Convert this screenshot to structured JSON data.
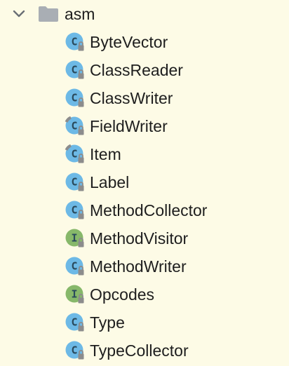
{
  "tree": {
    "folder": {
      "label": "asm",
      "expanded": true,
      "icon": "folder-icon",
      "toggle_icon": "chevron-down-icon"
    },
    "colors": {
      "background": "#fdfbe6",
      "class_icon": "#6db9e6",
      "interface_icon": "#87b86a",
      "lock_badge": "#8c8c8c",
      "folder": "#a9aeb4",
      "text": "#1e1e1e"
    },
    "items": [
      {
        "label": "ByteVector",
        "kind": "class",
        "icon": "class-icon",
        "badge": "lock",
        "letter": "C"
      },
      {
        "label": "ClassReader",
        "kind": "class",
        "icon": "class-icon",
        "badge": "lock",
        "letter": "C"
      },
      {
        "label": "ClassWriter",
        "kind": "class",
        "icon": "class-icon",
        "badge": "lock",
        "letter": "C"
      },
      {
        "label": "FieldWriter",
        "kind": "class",
        "icon": "class-icon",
        "badge": "lock",
        "letter": "C",
        "modifier": "abstract-or-package-private"
      },
      {
        "label": "Item",
        "kind": "class",
        "icon": "class-icon",
        "badge": "lock",
        "letter": "C",
        "modifier": "abstract-or-package-private"
      },
      {
        "label": "Label",
        "kind": "class",
        "icon": "class-icon",
        "badge": "lock",
        "letter": "C"
      },
      {
        "label": "MethodCollector",
        "kind": "class",
        "icon": "class-icon",
        "badge": "lock",
        "letter": "C"
      },
      {
        "label": "MethodVisitor",
        "kind": "interface",
        "icon": "interface-icon",
        "badge": "lock",
        "letter": "I"
      },
      {
        "label": "MethodWriter",
        "kind": "class",
        "icon": "class-icon",
        "badge": "lock",
        "letter": "C"
      },
      {
        "label": "Opcodes",
        "kind": "interface",
        "icon": "interface-icon",
        "badge": "lock",
        "letter": "I"
      },
      {
        "label": "Type",
        "kind": "class",
        "icon": "class-icon",
        "badge": "lock",
        "letter": "C"
      },
      {
        "label": "TypeCollector",
        "kind": "class",
        "icon": "class-icon",
        "badge": "lock",
        "letter": "C"
      }
    ]
  }
}
